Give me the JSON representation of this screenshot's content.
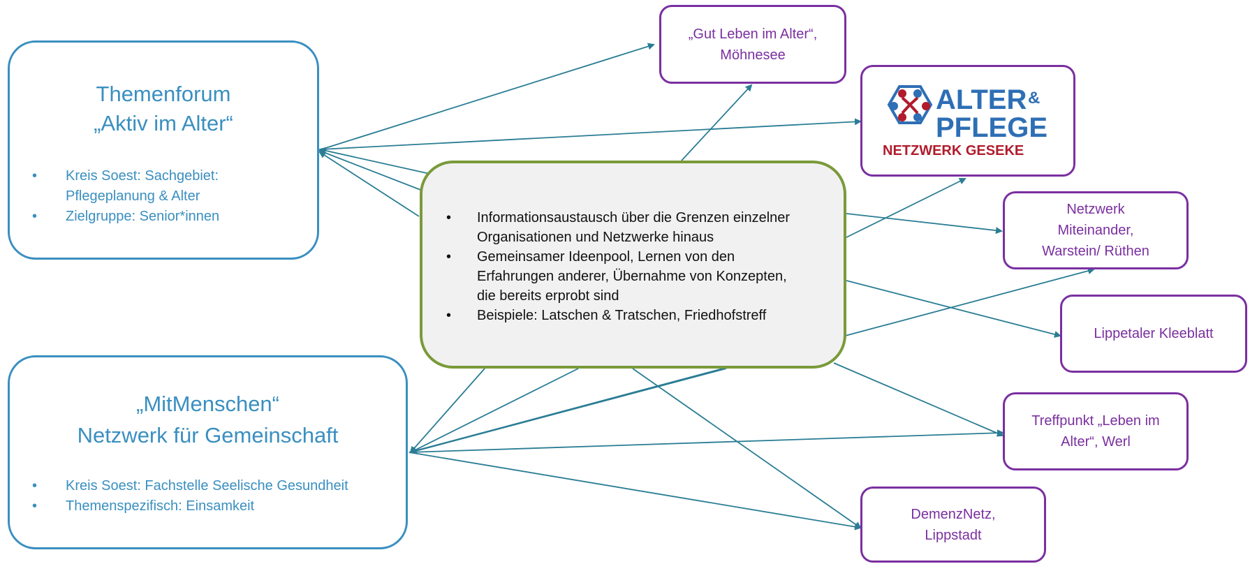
{
  "colors": {
    "blue": "#3a8fc0",
    "purple": "#7a2fa0",
    "green": "#7a9a3a",
    "arrow": "#2a7d94",
    "logo_blue": "#2e6fb5",
    "logo_red": "#b11b2c"
  },
  "themenforum": {
    "title_line1": "Themenforum",
    "title_line2": "„Aktiv im Alter“",
    "bullets": [
      {
        "line1": "Kreis Soest: Sachgebiet:",
        "line2": "Pflegeplanung & Alter"
      },
      {
        "line1": "Zielgruppe: Senior*innen",
        "line2": ""
      }
    ]
  },
  "mitmenschen": {
    "title_line1": "„MitMenschen“",
    "title_line2": "Netzwerk für Gemeinschaft",
    "bullets": [
      "Kreis Soest: Fachstelle Seelische Gesundheit",
      "Themenspezifisch: Einsamkeit"
    ]
  },
  "center": {
    "bullets": [
      [
        "Informationsaustausch über die Grenzen einzelner",
        "Organisationen und Netzwerke hinaus"
      ],
      [
        "Gemeinsamer Ideenpool, Lernen von den",
        "Erfahrungen anderer, Übernahme von Konzepten,",
        "die bereits erprobt sind"
      ],
      [
        "Beispiele: Latschen & Tratschen, Friedhofstreff"
      ]
    ]
  },
  "networks": {
    "moehnesee": {
      "line1": "„Gut Leben im Alter“,",
      "line2": "Möhnesee"
    },
    "geseke_logo": {
      "word1": "ALTER",
      "amp": "&",
      "word2": "PFLEGE",
      "subtitle": "NETZWERK GESEKE",
      "icon": "people-circle-logo-icon"
    },
    "warstein": {
      "line1": "Netzwerk",
      "line2": "Miteinander,",
      "line3": "Warstein/ Rüthen"
    },
    "lippetal": {
      "line1": "Lippetaler Kleeblatt"
    },
    "werl": {
      "line1": "Treffpunkt „Leben im",
      "line2": "Alter“, Werl"
    },
    "lippstadt": {
      "line1": "DemenzNetz,",
      "line2": "Lippstadt"
    }
  }
}
